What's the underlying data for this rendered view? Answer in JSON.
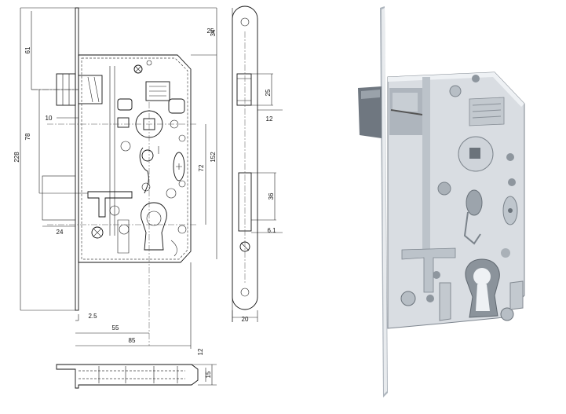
{
  "drawing": {
    "dimensions": {
      "top_offset": "34",
      "upper_height": "61",
      "follower_to_cylinder": "78",
      "overall_height": "228",
      "backset_follower": "10",
      "cylinder_spacing": "72",
      "case_height": "152",
      "latch_height": "25",
      "latch_projection": "12",
      "bolt_height": "36",
      "bolt_depth": "6.1",
      "bolt_offset": "24",
      "faceplate_thickness": "2.5",
      "backset": "55",
      "case_depth": "85",
      "faceplate_width": "20",
      "bottom_a": "12",
      "bottom_b": "15"
    }
  },
  "colors": {
    "line": "#111111",
    "metal_light": "#d9dde2",
    "metal_mid": "#aeb5bd",
    "metal_dark": "#6f7780"
  }
}
